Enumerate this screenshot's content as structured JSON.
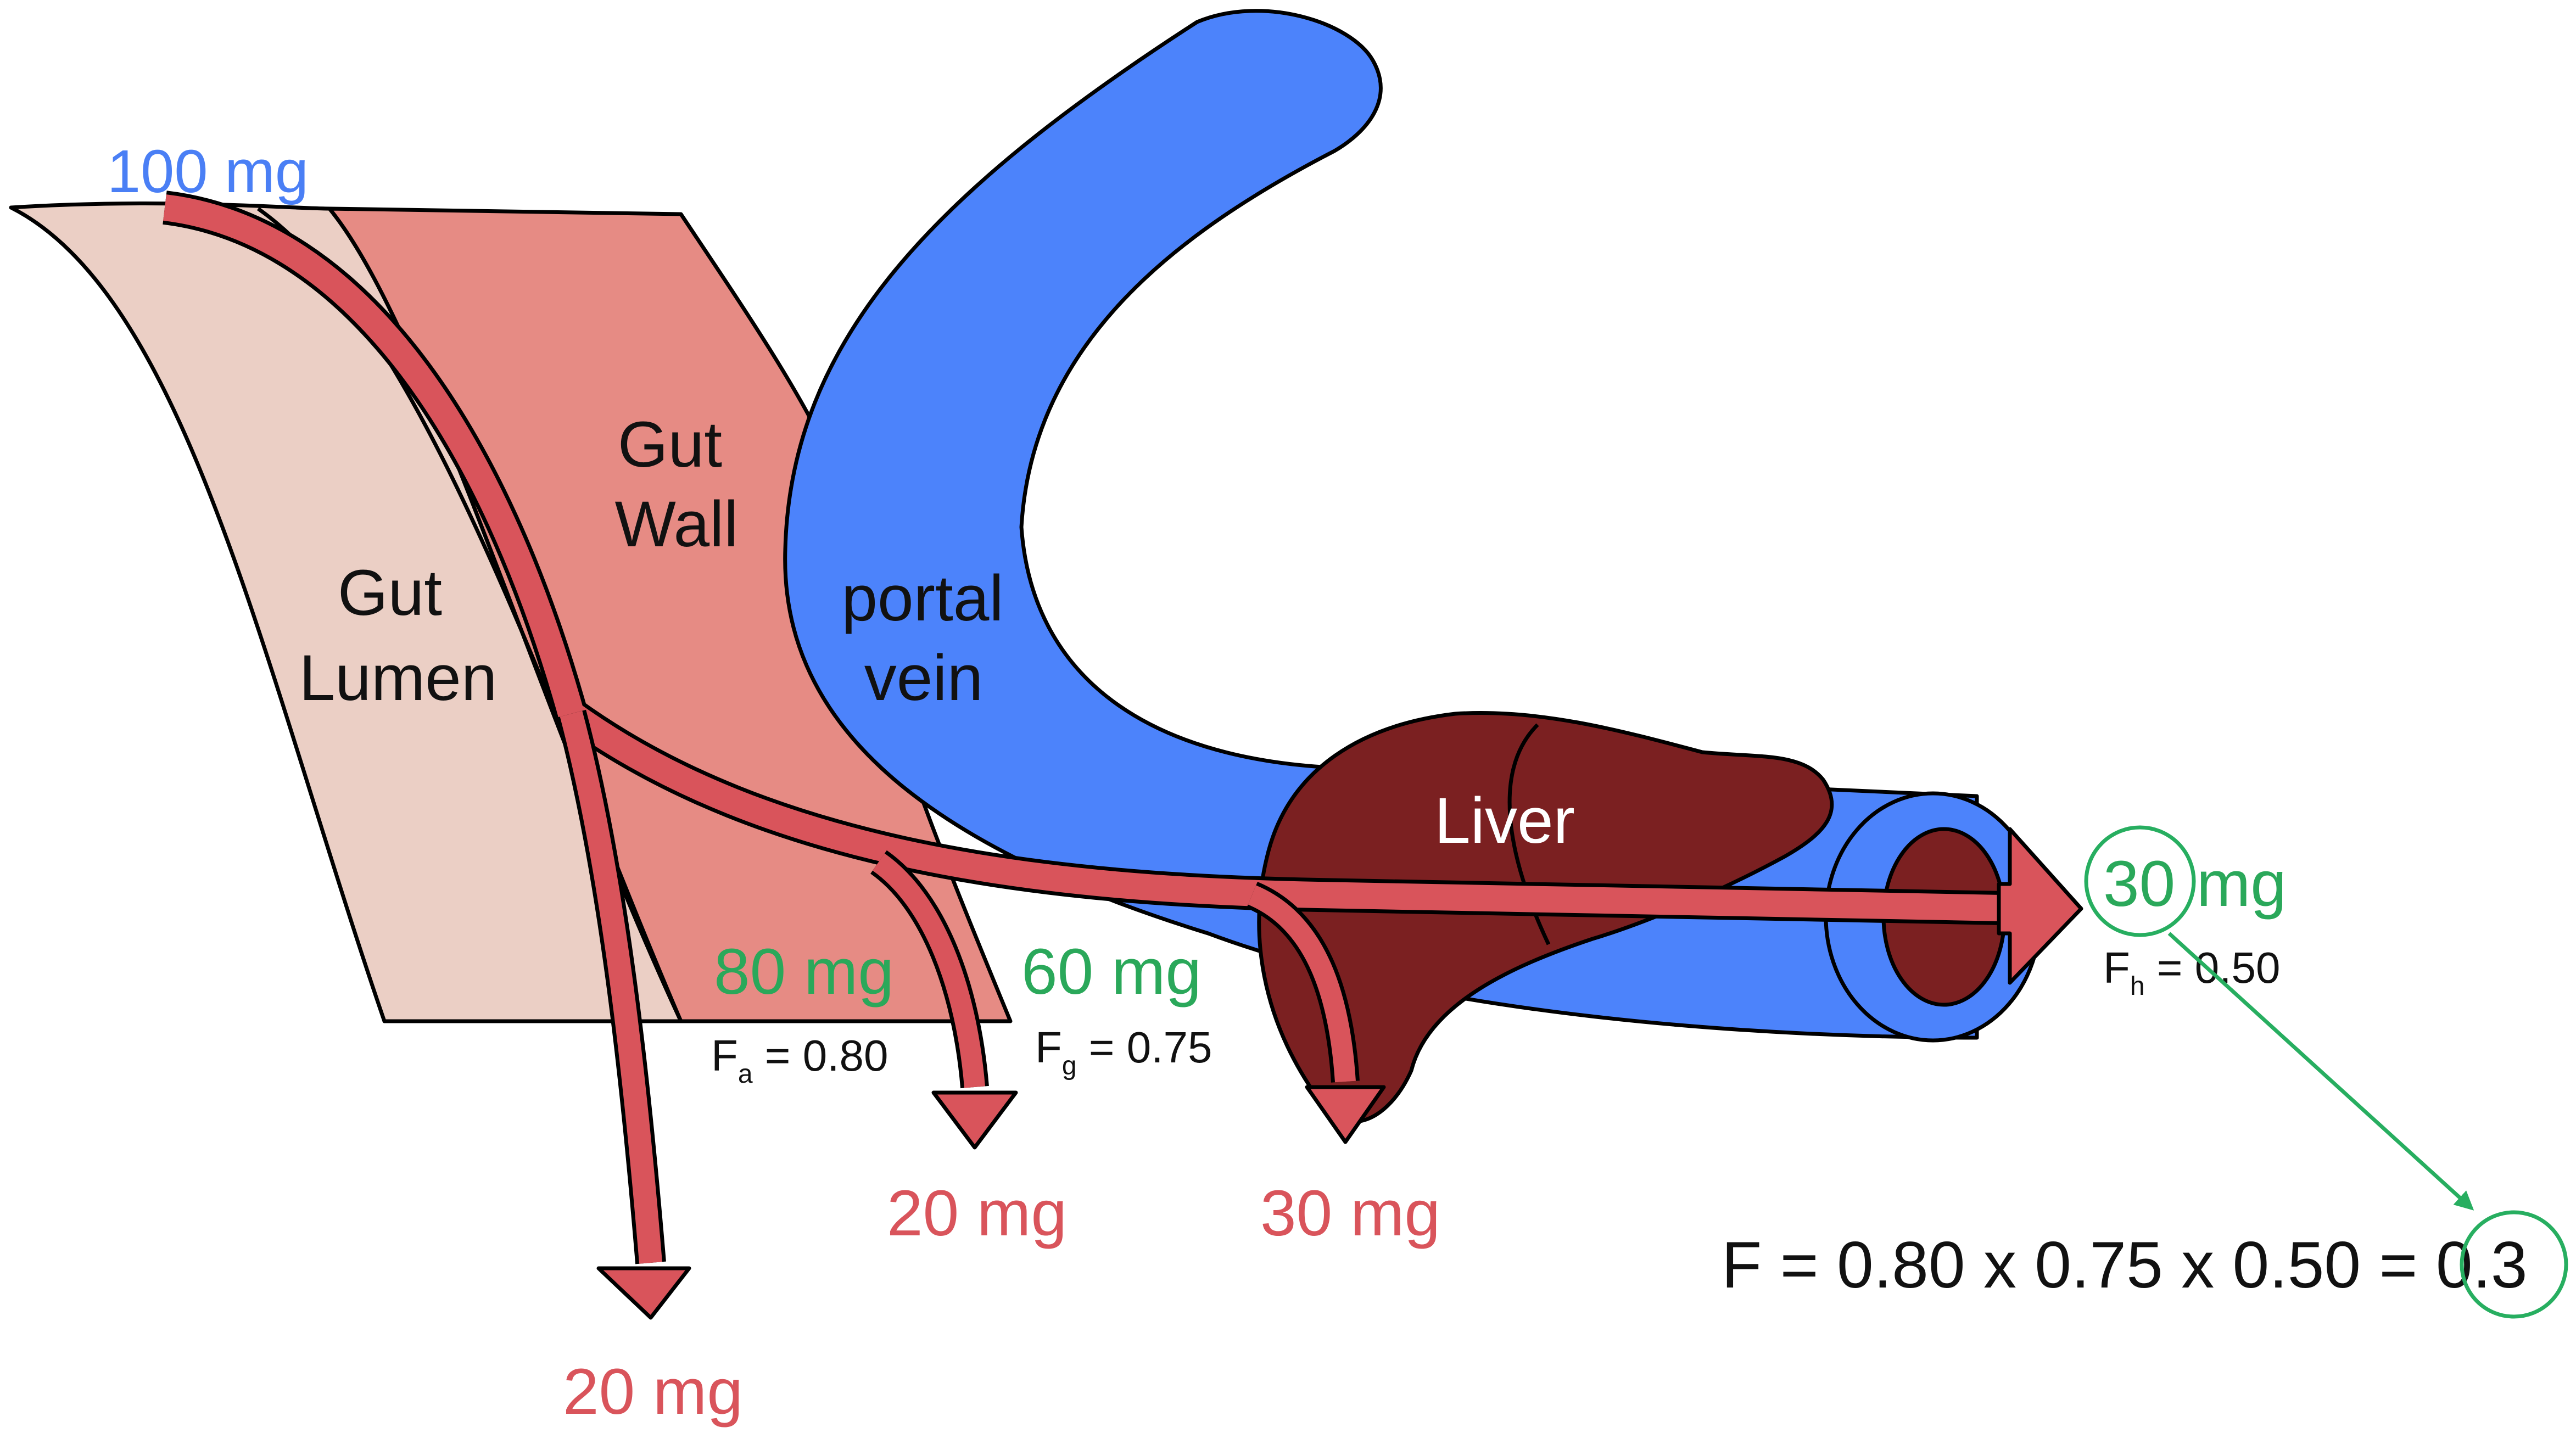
{
  "labels": {
    "dose": "100 mg",
    "gut_lumen_line1": "Gut",
    "gut_lumen_line2": "Lumen",
    "gut_wall_line1": "Gut",
    "gut_wall_line2": "Wall",
    "portal_vein_line1": "portal",
    "portal_vein_line2": "vein",
    "liver": "Liver"
  },
  "amounts": {
    "after_absorption": "80 mg",
    "after_gut_wall": "60 mg",
    "systemic_value": "30",
    "systemic_unit": "mg",
    "lost_unabsorbed": "20 mg",
    "lost_gut_wall": "20 mg",
    "lost_liver": "30 mg"
  },
  "fractions": {
    "fa": {
      "symbol": "F",
      "subscript": "a",
      "rest": " = 0.80"
    },
    "fg": {
      "symbol": "F",
      "subscript": "g",
      "rest": " = 0.75"
    },
    "fh": {
      "symbol": "F",
      "subscript": "h",
      "rest": " = 0.50"
    }
  },
  "formula": {
    "text": "F = 0.80 x 0.75 x 0.50 = ",
    "result": "0.3"
  },
  "colors": {
    "gut_lumen": "#ebcfc5",
    "gut_wall": "#e68b84",
    "portal_vein": "#4c83fb",
    "liver": "#7b2021",
    "drug_flow": "#d9545b",
    "highlight_green": "#27ae60",
    "dose_label": "#4a7ff5"
  }
}
